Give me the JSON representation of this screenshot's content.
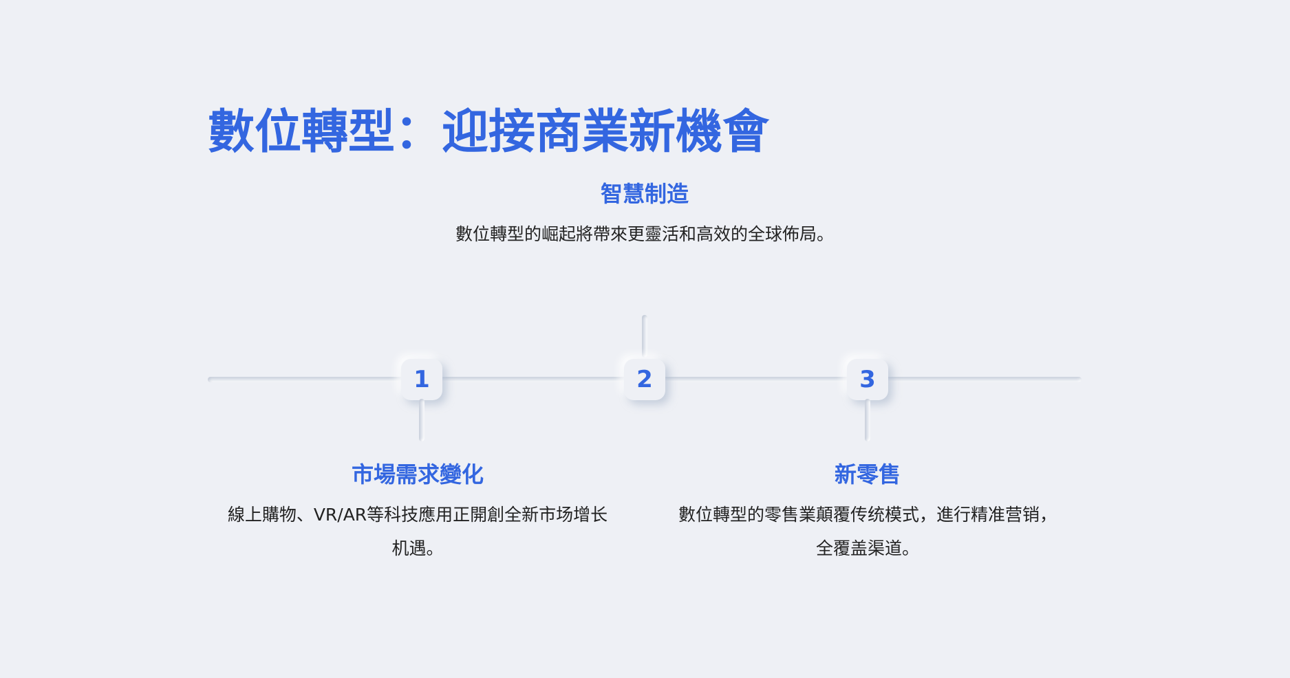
{
  "title": "數位轉型：迎接商業新機會",
  "colors": {
    "background": "#eef0f5",
    "accent": "#3366e0",
    "text": "#222222"
  },
  "events": [
    {
      "number": "1",
      "title": "市場需求變化",
      "description": "線上購物、VR/AR等科技應用正開創全新市场增长机遇。"
    },
    {
      "number": "2",
      "title": "智慧制造",
      "description": "數位轉型的崛起將帶來更靈活和高效的全球佈局。"
    },
    {
      "number": "3",
      "title": "新零售",
      "description": "數位轉型的零售業顛覆传统模式，進行精准营销，全覆盖渠道。"
    }
  ]
}
